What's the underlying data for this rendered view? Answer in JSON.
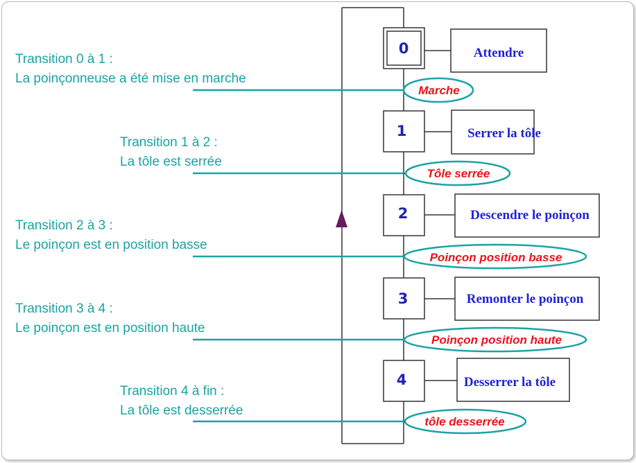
{
  "steps": [
    {
      "number": "0",
      "action": "Attendre"
    },
    {
      "number": "1",
      "action": "Serrer la tôle"
    },
    {
      "number": "2",
      "action": "Descendre le poinçon"
    },
    {
      "number": "3",
      "action": "Remonter le poinçon"
    },
    {
      "number": "4",
      "action": "Desserrer la tôle"
    }
  ],
  "transitions": [
    {
      "condition": "Marche",
      "title": "Transition 0 à 1 :",
      "description": "La poinçonneuse a été mise en marche"
    },
    {
      "condition": "Tôle serrée",
      "title": "Transition 1 à 2 :",
      "description": "La tôle est serrée"
    },
    {
      "condition": "Poinçon position basse",
      "title": "Transition 2 à 3 :",
      "description": "Le poinçon est en position basse"
    },
    {
      "condition": "Poinçon position  haute",
      "title": "Transition 3 à 4 :",
      "description": "Le poinçon est en position haute"
    },
    {
      "condition": "tôle desserrée",
      "title": "Transition 4 à fin :",
      "description": "La tôle est desserrée"
    }
  ],
  "colors": {
    "step_number": "#1e22b4",
    "action_text": "#1f23d6",
    "condition_text": "#e8141b",
    "teal": "#1aa3a3",
    "arrow": "#6a1a5e"
  }
}
